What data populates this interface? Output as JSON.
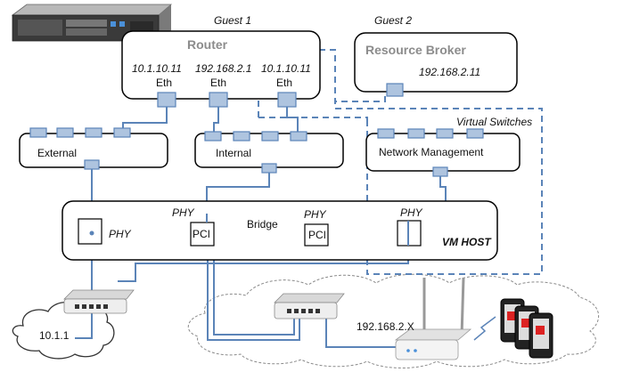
{
  "guests": {
    "guest1": "Guest 1",
    "guest2": "Guest 2"
  },
  "router": {
    "title": "Router",
    "ports": [
      {
        "ip": "10.1.10.11",
        "name": "Eth"
      },
      {
        "ip": "192.168.2.1",
        "name": "Eth"
      },
      {
        "ip": "10.1.10.11",
        "name": "Eth"
      }
    ]
  },
  "broker": {
    "title": "Resource Broker",
    "ip": "192.168.2.11"
  },
  "switches": {
    "caption": "Virtual Switches",
    "external": "External",
    "internal": "Internal",
    "management": "Network Management"
  },
  "host": {
    "title": "VM HOST",
    "phy1": "PHY",
    "phy_pci": "PHY",
    "phy_pci2": "PHY",
    "phy_right": "PHY",
    "pci1": "PCI",
    "pci2": "PCI",
    "bridge": "Bridge"
  },
  "network": {
    "cloud_left": "10.1.1",
    "wifi_subnet": "192.168.2.X"
  },
  "colors": {
    "link": "#5b84b8",
    "port": "#aec4df",
    "box_stroke": "#000000"
  }
}
